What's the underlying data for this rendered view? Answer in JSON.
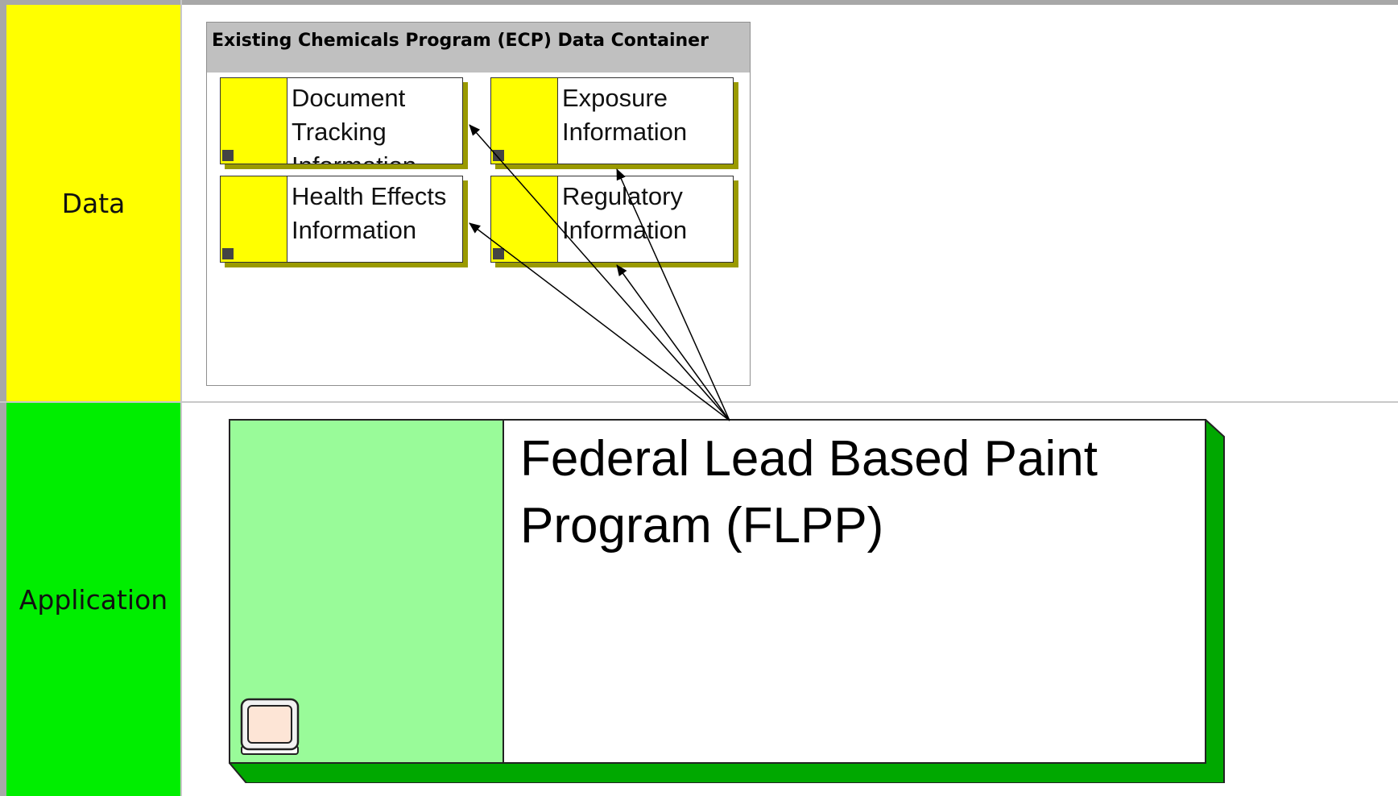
{
  "lanes": {
    "data": "Data",
    "application": "Application"
  },
  "container": {
    "title": "Existing Chemicals Program (ECP) Data Container"
  },
  "entities": {
    "document_tracking": "Document Tracking Information",
    "exposure": "Exposure Information",
    "health_effects": "Health Effects Information",
    "regulatory": "Regulatory Information"
  },
  "application": {
    "title": "Federal Lead Based Paint Program (FLPP)",
    "icon": "computer-monitor-icon"
  },
  "colors": {
    "data_lane": "#ffff00",
    "application_lane": "#00ee00",
    "entity_stripe": "#ffff00",
    "application_stripe": "#99fb99",
    "application_depth": "#00a800"
  }
}
